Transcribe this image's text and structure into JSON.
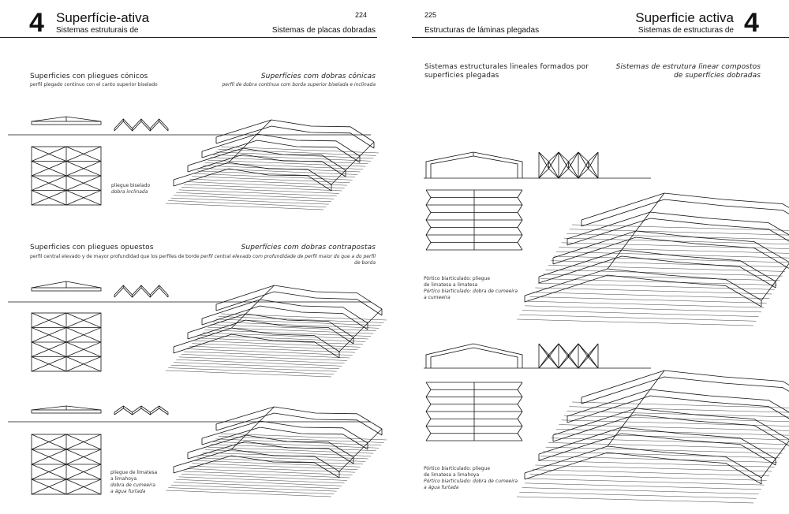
{
  "left_page": {
    "chapter_number": "4",
    "title": "Superfície-ativa",
    "subtitle": "Sistemas estruturais de",
    "page_number": "224",
    "running_head": "Sistemas de placas dobradas",
    "sections": [
      {
        "heading_es": "Superficies con pliegues cónicos",
        "desc_es": "perfil plegado continuo con el canto superior biselado",
        "heading_pt": "Superfícies com dobras cônicas",
        "desc_pt": "perfil de dobra contínua com borda superior biselada e inclinada",
        "label_lines": [
          "pliegue biselado",
          "dobra inclinada"
        ]
      },
      {
        "heading_es": "Superficies con pliegues opuestos",
        "desc_es": "perfil central elevado y de mayor profundidad que los perfiles de borde",
        "heading_pt": "Superfícies com dobras contrapostas",
        "desc_pt": "perfil central elevado com profundidade de perfil maior do que a do perfil de borda",
        "label_lines": []
      },
      {
        "heading_es": "",
        "desc_es": "",
        "heading_pt": "",
        "desc_pt": "",
        "label_lines": [
          "pliegue de limatesa",
          "a limahoya",
          "dobra de cumeeira",
          "a água furtada"
        ]
      }
    ]
  },
  "right_page": {
    "chapter_number": "4",
    "title": "Superficie activa",
    "subtitle": "Sistemas de estructuras de",
    "page_number": "225",
    "running_head": "Estructuras de láminas plegadas",
    "heading_es_lines": [
      "Sistemas estructurales lineales formados por",
      "superficies plegadas"
    ],
    "heading_pt_lines": [
      "Sistemas de estrutura linear compostos",
      "de superfícies dobradas"
    ],
    "blocks": [
      {
        "label_lines": [
          "Pórtico biarticulado: pliegue",
          "de limatesa a limatesa",
          "Pórtico biarticulado: dobra de cumeeira",
          "a cumeeira"
        ]
      },
      {
        "label_lines": [
          "Pórtico biarticulado: pliegue",
          "de limatesa a limahoya",
          "Pórtico biarticulado: dobra de cumeeira",
          "a água furtada"
        ]
      }
    ]
  }
}
